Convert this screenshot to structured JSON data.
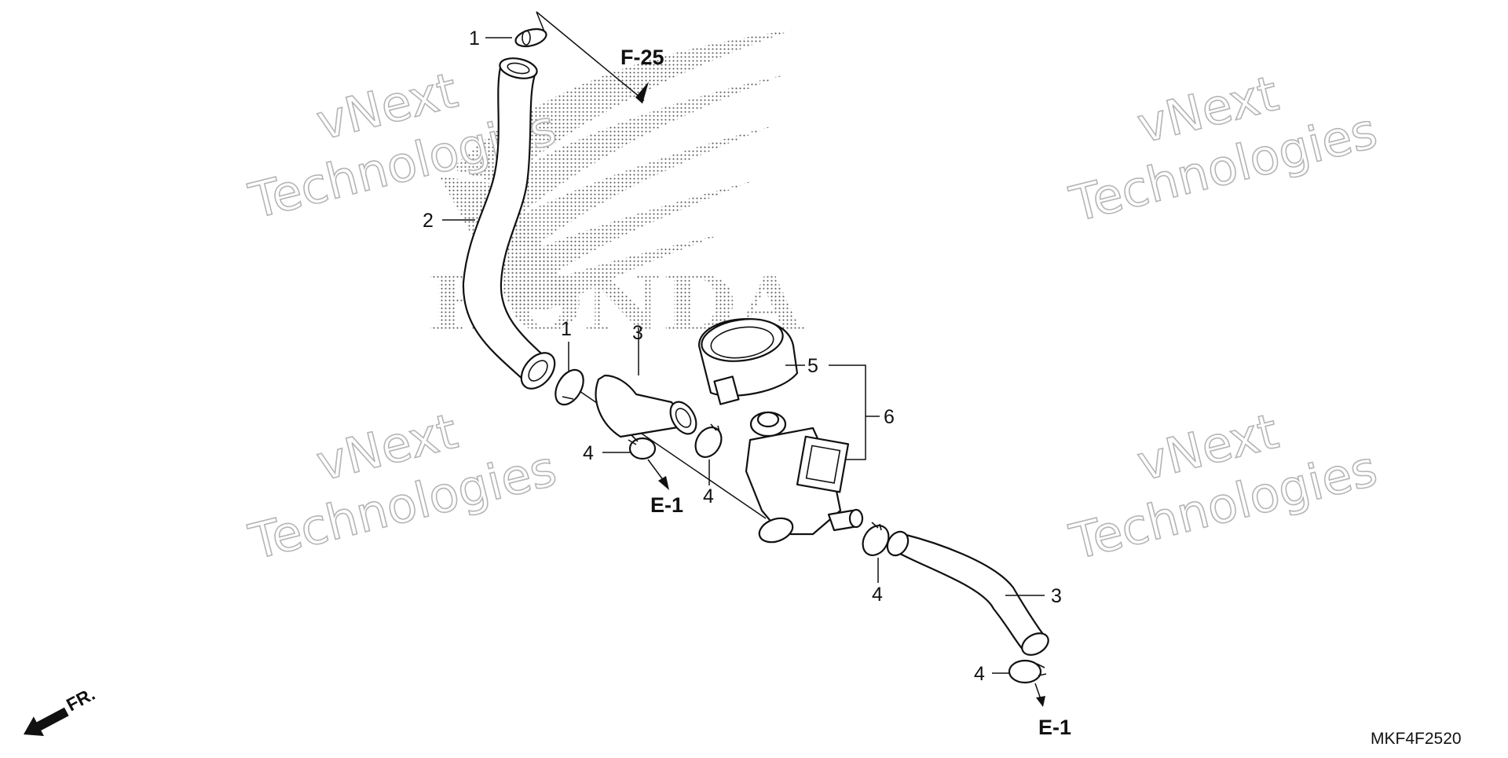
{
  "diagram": {
    "watermark": {
      "line1": "vNext",
      "line2": "Technologies"
    },
    "brand": {
      "name": "HONDA",
      "logo_icon": "honda-wing-icon"
    },
    "callouts": [
      {
        "id": "c1a",
        "label": "1"
      },
      {
        "id": "c1b",
        "label": "1"
      },
      {
        "id": "c2",
        "label": "2"
      },
      {
        "id": "c3a",
        "label": "3"
      },
      {
        "id": "c3b",
        "label": "3"
      },
      {
        "id": "c4a",
        "label": "4"
      },
      {
        "id": "c4b",
        "label": "4"
      },
      {
        "id": "c4c",
        "label": "4"
      },
      {
        "id": "c4d",
        "label": "4"
      },
      {
        "id": "c5",
        "label": "5"
      },
      {
        "id": "c6",
        "label": "6"
      }
    ],
    "references": [
      {
        "id": "rF25",
        "label": "F-25"
      },
      {
        "id": "rE1a",
        "label": "E-1"
      },
      {
        "id": "rE1b",
        "label": "E-1"
      }
    ],
    "front_indicator": {
      "label": "FR.",
      "icon": "front-arrow-icon"
    },
    "diagram_code": "MKF4F2520",
    "colors": {
      "line": "#111111",
      "watermark_outline": "#b5b5b5",
      "logo_dots": "#555555"
    }
  }
}
